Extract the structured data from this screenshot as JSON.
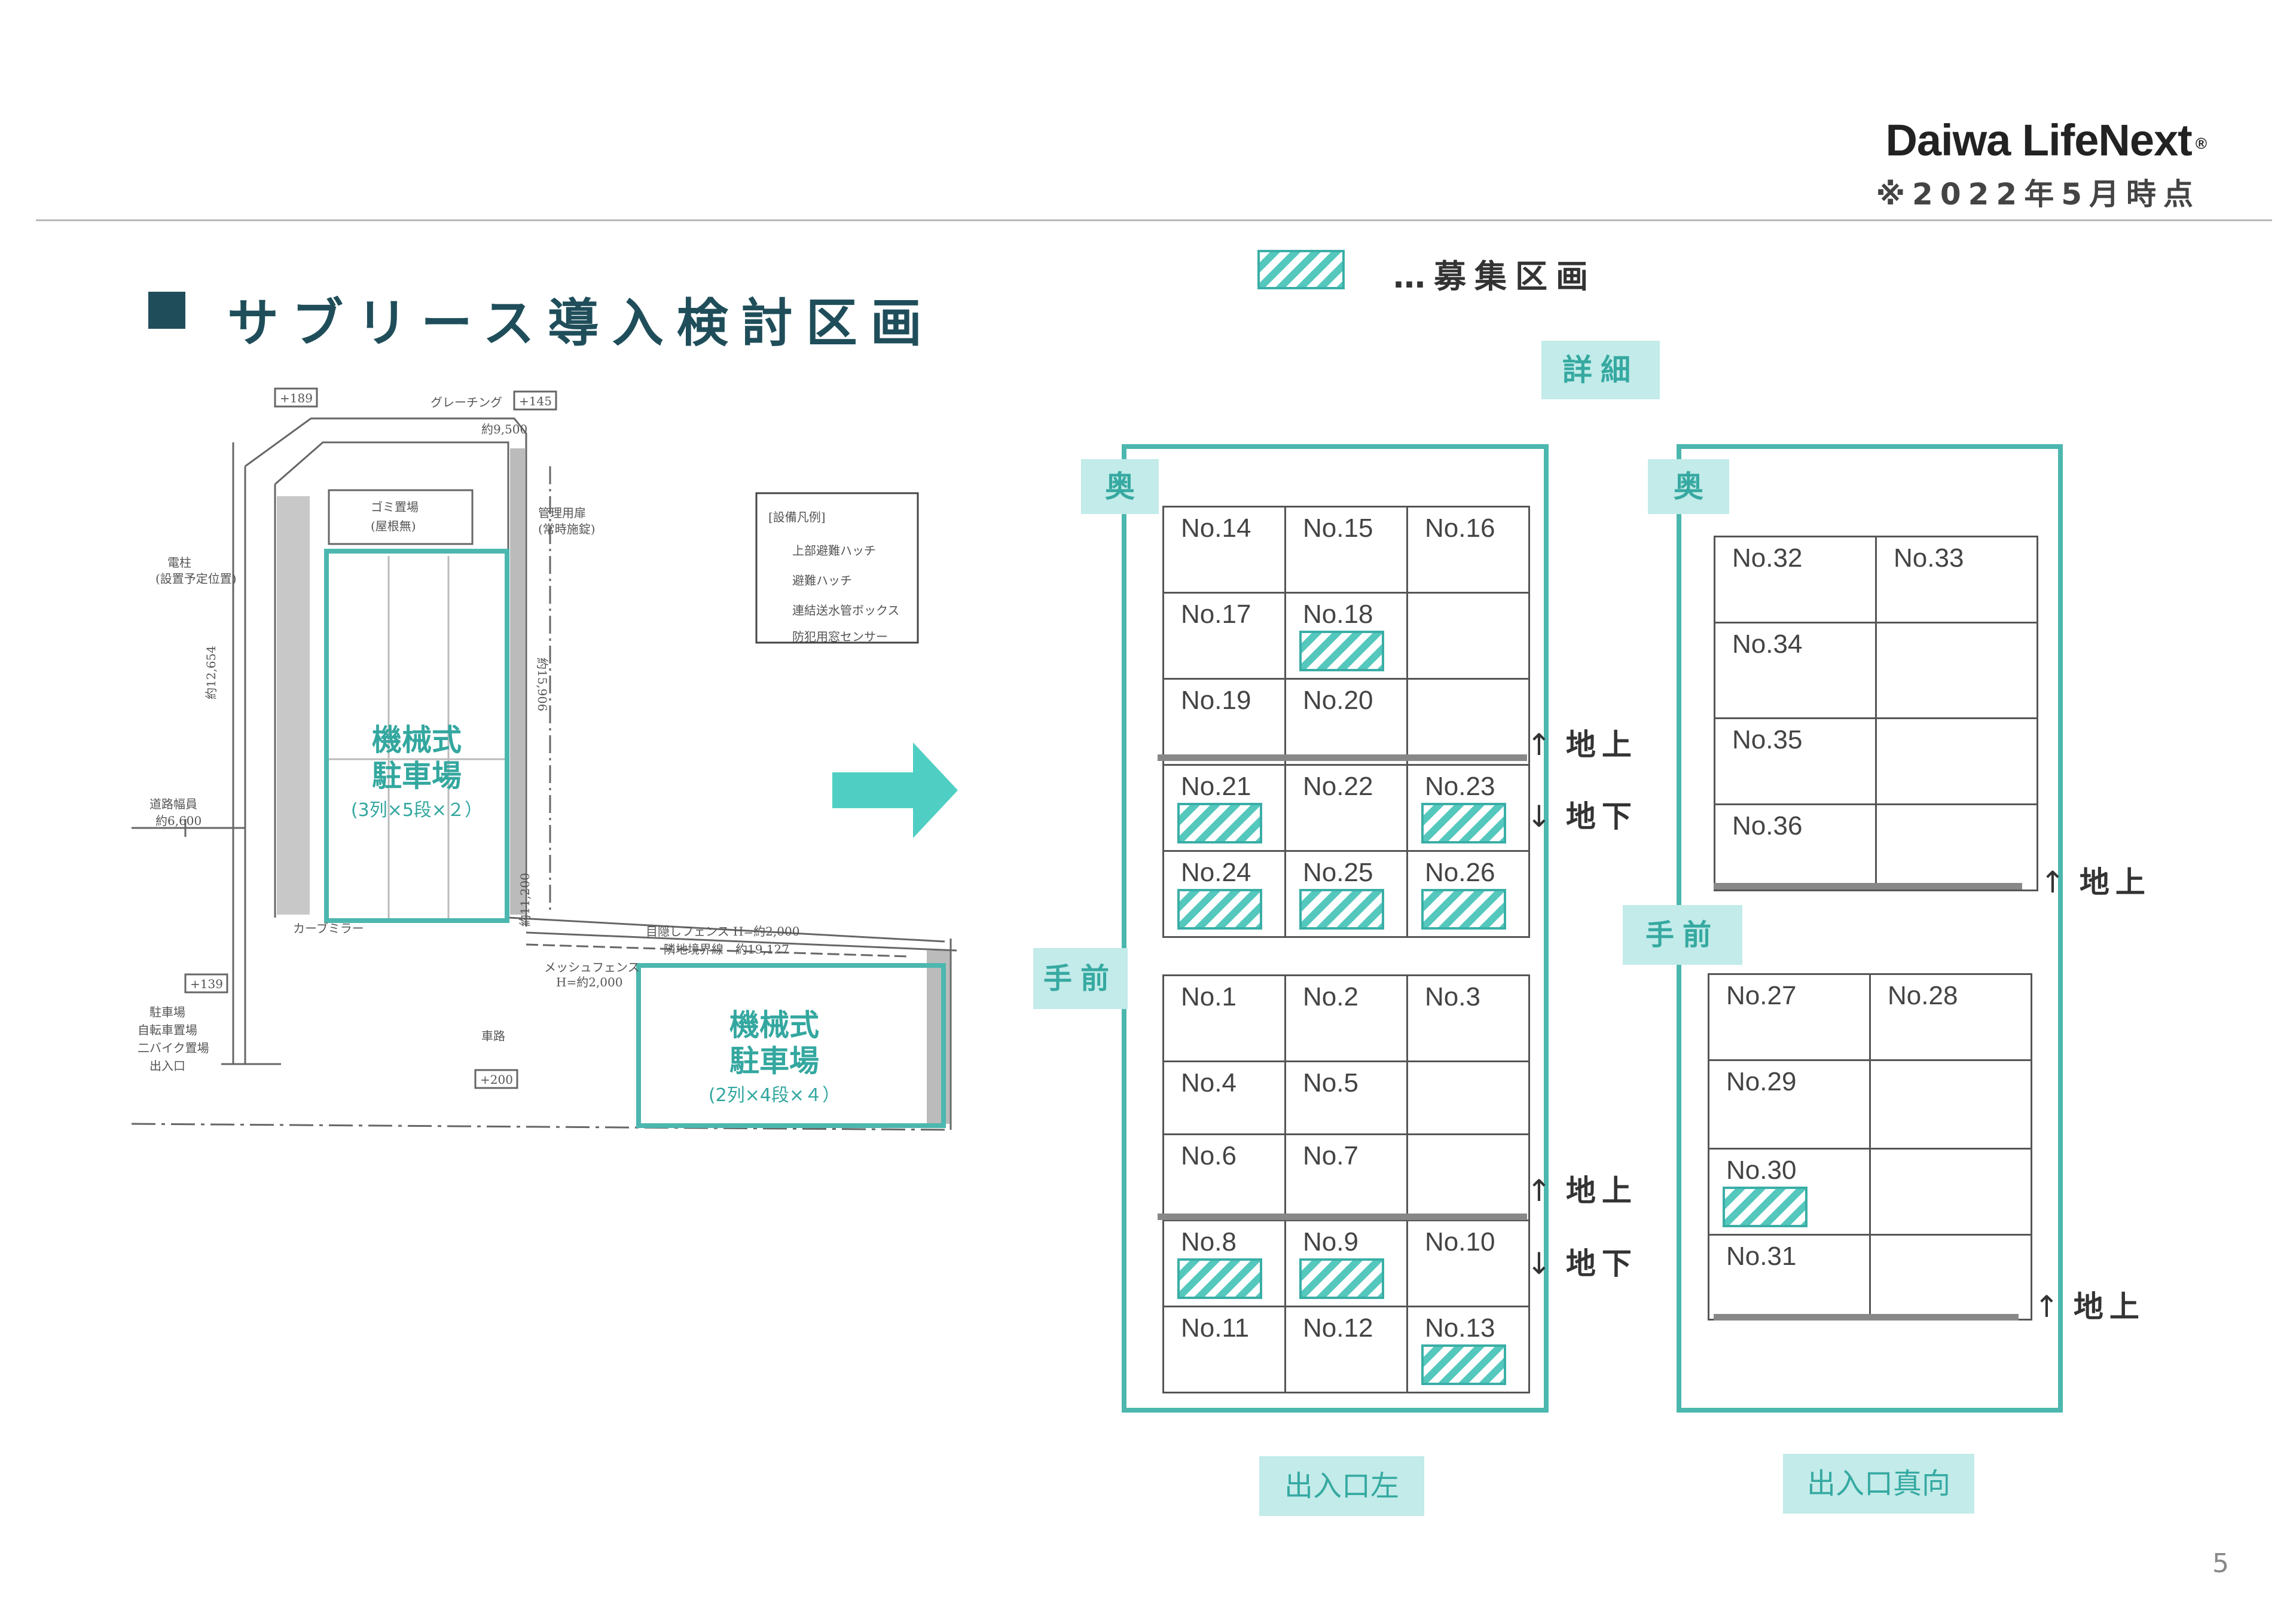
{
  "header": {
    "logo": "Daiwa LifeNext",
    "logo_mark": "®",
    "as_of": "※2022年5月時点"
  },
  "title": "サブリース導入検討区画",
  "legend": {
    "label": "…募集区画"
  },
  "labels": {
    "detail": "詳細",
    "back": "奥",
    "front": "手前",
    "left_caption": "出入口左",
    "right_caption": "出入口真向",
    "above": "地上",
    "below": "地下"
  },
  "arrows": {
    "up": "↑",
    "down": "↓"
  },
  "plan": {
    "zone_a": {
      "title_1": "機械式",
      "title_2": "駐車場",
      "sub": "(3列×5段×２）"
    },
    "zone_b": {
      "title_1": "機械式",
      "title_2": "駐車場",
      "sub": "(2列×4段×４）"
    },
    "notes": {
      "legend_title": "[設備凡例]",
      "legend_1": "上部避難ハッチ",
      "legend_2": "避難ハッチ",
      "legend_3": "連結送水管ボックス",
      "legend_4": "防犯用窓センサー",
      "grating": "グレーチング",
      "gomi_1": "ゴミ置場",
      "gomi_2": "(屋根無)",
      "kanri_1": "管理用扉",
      "kanri_2": "(常時施錠)",
      "densha_1": "電柱",
      "densha_2": "(設置予定位置)",
      "road_width": "道路幅員",
      "road_width_val": "約6,600",
      "curve_mirror": "カーブミラー",
      "fence_1": "目隠しフェンス H=約2,000",
      "boundary": "隣地境界線　約19,127",
      "mesh_fence": "メッシュフェンス",
      "mesh_fence_h": "H=約2,000",
      "car_road": "車路",
      "entrance_1": "駐車場",
      "entrance_2": "自転車置場",
      "entrance_3": "二バイク置場",
      "entrance_4": "出入口",
      "elev_1": "+189",
      "elev_2": "+145",
      "elev_3": "+139",
      "elev_4": "+200",
      "dim_1": "約9,500",
      "dim_2": "約12,654",
      "dim_3": "約15,906",
      "dim_4": "約11,200"
    }
  },
  "left_block": {
    "upper": [
      {
        "label": "No.14",
        "recruit": false
      },
      {
        "label": "No.15",
        "recruit": false
      },
      {
        "label": "No.16",
        "recruit": false
      },
      {
        "label": "No.17",
        "recruit": false
      },
      {
        "label": "No.18",
        "recruit": true
      },
      {
        "label": "",
        "recruit": false
      },
      {
        "label": "No.19",
        "recruit": false
      },
      {
        "label": "No.20",
        "recruit": false
      },
      {
        "label": "",
        "recruit": false
      },
      {
        "label": "No.21",
        "recruit": true
      },
      {
        "label": "No.22",
        "recruit": false
      },
      {
        "label": "No.23",
        "recruit": true
      },
      {
        "label": "No.24",
        "recruit": true
      },
      {
        "label": "No.25",
        "recruit": true
      },
      {
        "label": "No.26",
        "recruit": true
      }
    ],
    "lower": [
      {
        "label": "No.1",
        "recruit": false
      },
      {
        "label": "No.2",
        "recruit": false
      },
      {
        "label": "No.3",
        "recruit": false
      },
      {
        "label": "No.4",
        "recruit": false
      },
      {
        "label": "No.5",
        "recruit": false
      },
      {
        "label": "",
        "recruit": false
      },
      {
        "label": "No.6",
        "recruit": false
      },
      {
        "label": "No.7",
        "recruit": false
      },
      {
        "label": "",
        "recruit": false
      },
      {
        "label": "No.8",
        "recruit": true
      },
      {
        "label": "No.9",
        "recruit": true
      },
      {
        "label": "No.10",
        "recruit": false
      },
      {
        "label": "No.11",
        "recruit": false
      },
      {
        "label": "No.12",
        "recruit": false
      },
      {
        "label": "No.13",
        "recruit": true
      }
    ]
  },
  "right_block": {
    "upper": [
      {
        "label": "No.32",
        "recruit": false
      },
      {
        "label": "No.33",
        "recruit": false
      },
      {
        "label": "No.34",
        "recruit": false
      },
      {
        "label": "",
        "recruit": false
      },
      {
        "label": "No.35",
        "recruit": false
      },
      {
        "label": "",
        "recruit": false
      },
      {
        "label": "No.36",
        "recruit": false
      },
      {
        "label": "",
        "recruit": false
      }
    ],
    "lower": [
      {
        "label": "No.27",
        "recruit": false
      },
      {
        "label": "No.28",
        "recruit": false
      },
      {
        "label": "No.29",
        "recruit": false
      },
      {
        "label": "",
        "recruit": false
      },
      {
        "label": "No.30",
        "recruit": true
      },
      {
        "label": "",
        "recruit": false
      },
      {
        "label": "No.31",
        "recruit": false
      },
      {
        "label": "",
        "recruit": false
      }
    ]
  },
  "page_number": "5",
  "colors": {
    "teal": "#4cb7ae",
    "teal_light": "#c2ebe9",
    "title": "#1f4e5a"
  }
}
